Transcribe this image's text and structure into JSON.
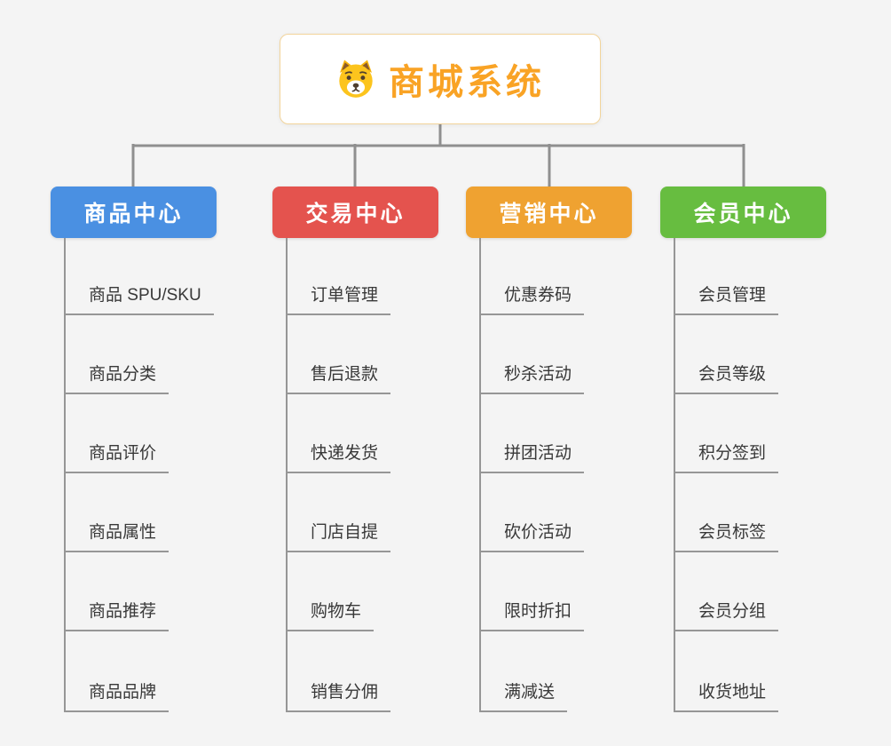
{
  "root": {
    "title": "商城系统",
    "icon": "dog-icon",
    "title_color": "#f9a325",
    "border_color": "#f2d49b"
  },
  "connector_color": "#8f8f8f",
  "branches": [
    {
      "label": "商品中心",
      "color": "#4a90e2",
      "children": [
        "商品 SPU/SKU",
        "商品分类",
        "商品评价",
        "商品属性",
        "商品推荐",
        "商品品牌"
      ]
    },
    {
      "label": "交易中心",
      "color": "#e4534e",
      "children": [
        "订单管理",
        "售后退款",
        "快递发货",
        "门店自提",
        "购物车",
        "销售分佣"
      ]
    },
    {
      "label": "营销中心",
      "color": "#efa231",
      "children": [
        "优惠券码",
        "秒杀活动",
        "拼团活动",
        "砍价活动",
        "限时折扣",
        "满减送"
      ]
    },
    {
      "label": "会员中心",
      "color": "#67bd40",
      "children": [
        "会员管理",
        "会员等级",
        "积分签到",
        "会员标签",
        "会员分组",
        "收货地址"
      ]
    }
  ]
}
